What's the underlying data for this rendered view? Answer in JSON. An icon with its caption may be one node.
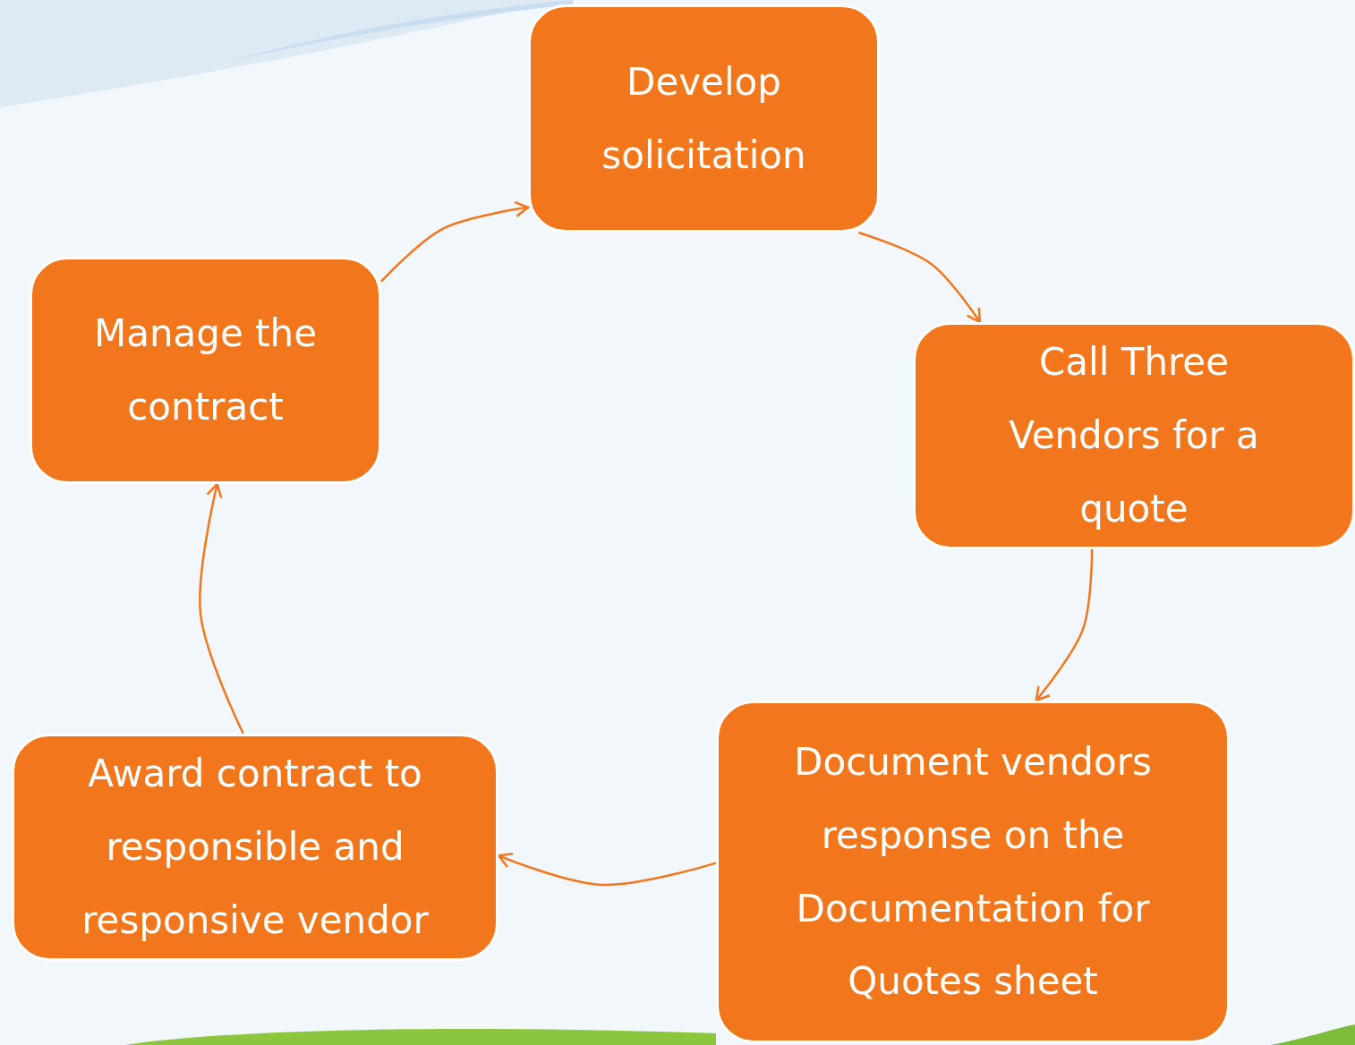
{
  "diagram": {
    "nodes": [
      {
        "text": [
          "Develop solicitation"
        ]
      },
      {
        "text": [
          "Call Three Vendors for a quote"
        ]
      },
      {
        "text": [
          "Document vendors response on the Documentation for Quotes sheet"
        ]
      },
      {
        "text": [
          "Award contract to responsible and responsive vendor"
        ]
      },
      {
        "text": [
          "Manage the contract"
        ]
      }
    ],
    "edges": [
      {
        "from": 0,
        "to": 1,
        "arrow": "to"
      },
      {
        "from": 1,
        "to": 2,
        "arrow": "to"
      },
      {
        "from": 2,
        "to": 3,
        "arrow": "to"
      },
      {
        "from": 3,
        "to": 4,
        "arrow": "to"
      },
      {
        "from": 4,
        "to": 0,
        "arrow": "to"
      }
    ]
  }
}
